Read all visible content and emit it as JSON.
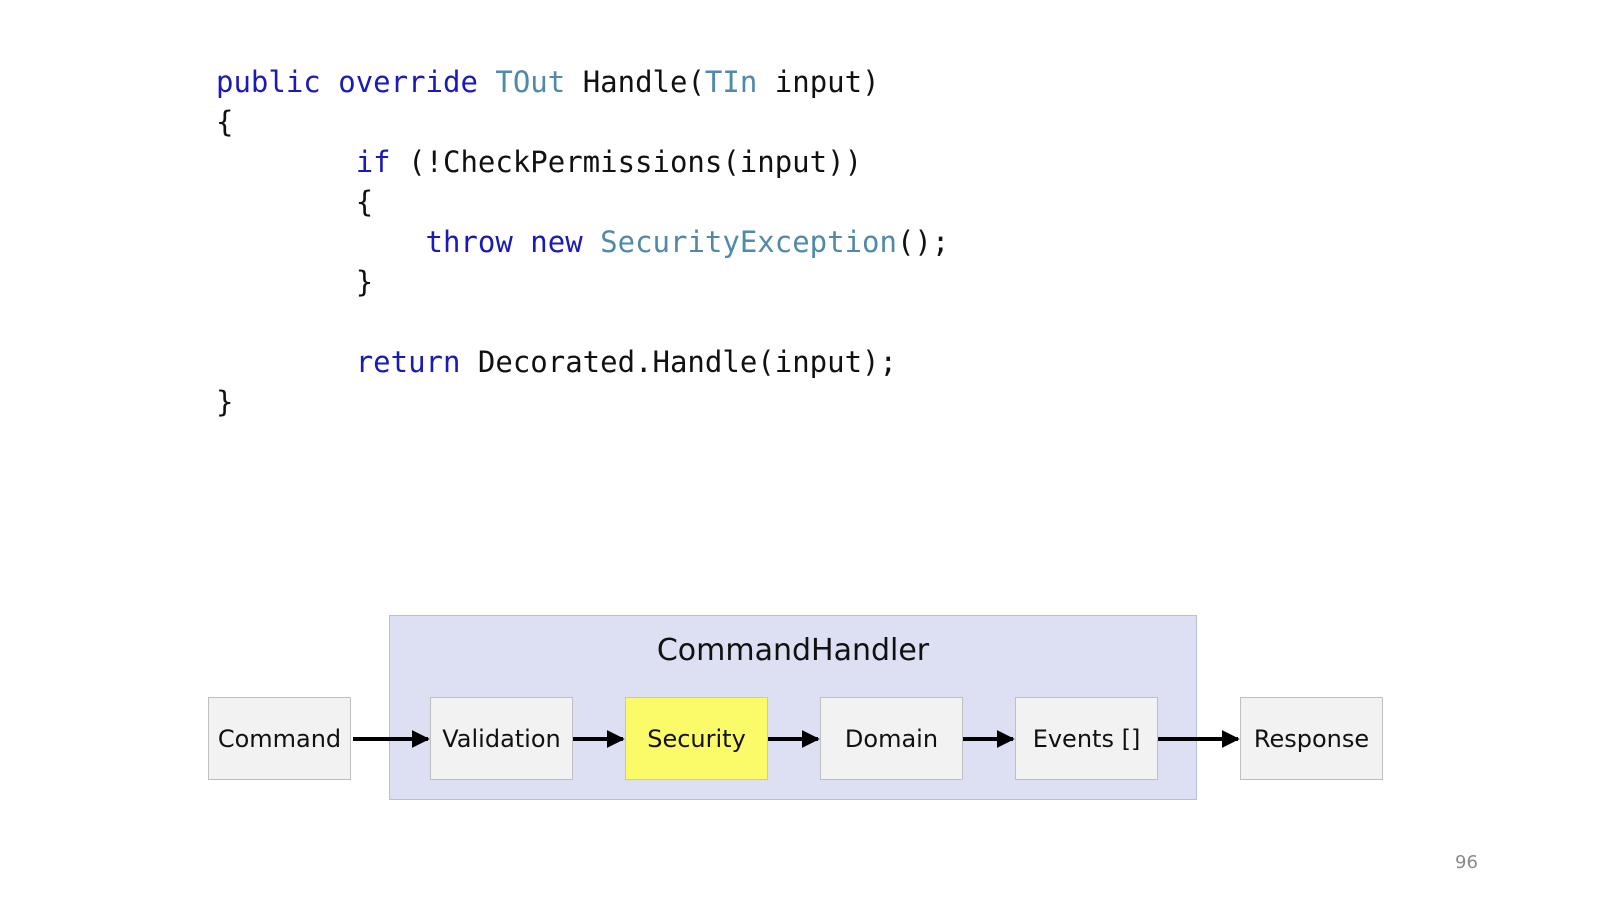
{
  "code": {
    "signature": {
      "kw1": "public",
      "kw2": "override",
      "ret_type": "TOut",
      "method": "Handle(",
      "param_type": "TIn",
      "rest": "input)"
    },
    "open_brace": "{",
    "if_line": {
      "kw": "if",
      "rest": "(!CheckPermissions(input))"
    },
    "inner_open": "{",
    "throw_line": {
      "kw1": "throw",
      "kw2": "new",
      "type": "SecurityException",
      "rest": "();"
    },
    "inner_close": "}",
    "return_line": {
      "kw": "return",
      "rest": "Decorated.Handle(input);"
    },
    "close_brace": "}"
  },
  "diagram": {
    "container_title": "CommandHandler",
    "nodes": [
      {
        "label": "Command"
      },
      {
        "label": "Validation"
      },
      {
        "label": "Security",
        "highlight": true
      },
      {
        "label": "Domain"
      },
      {
        "label": "Events []"
      },
      {
        "label": "Response"
      }
    ],
    "highlight_color": "#fbfb6a",
    "container_color": "#dde0f3"
  },
  "page_number": "96"
}
